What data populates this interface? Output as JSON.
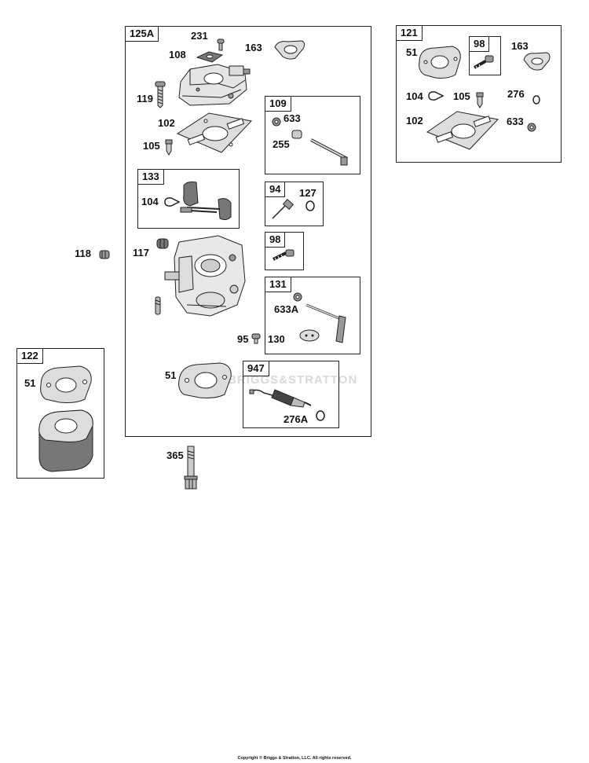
{
  "boxes": {
    "main": "125A",
    "carb_kit": "121",
    "screw_kit_inner": "98",
    "throttle_kit": "109",
    "float_kit": "133",
    "needle_kit": "94",
    "screw_kit": "98",
    "choke_kit": "131",
    "solenoid_kit": "947",
    "spacer_kit": "122"
  },
  "labels": {
    "p231": "231",
    "p108": "108",
    "p163_main": "163",
    "p119": "119",
    "p102_main": "102",
    "p105_main": "105",
    "p633_109": "633",
    "p255": "255",
    "p104_133": "104",
    "p127": "127",
    "p118": "118",
    "p117": "117",
    "p633a": "633A",
    "p95": "95",
    "p130": "130",
    "p51_main": "51",
    "p276a": "276A",
    "p365": "365",
    "p51_121": "51",
    "p163_121": "163",
    "p104_121": "104",
    "p105_121": "105",
    "p276": "276",
    "p102_121": "102",
    "p633_121": "633",
    "p51_122": "51"
  },
  "watermark": "BRIGGS&STRATTON",
  "copyright": "Copyright © Briggs & Stratton, LLC. All rights reserved."
}
